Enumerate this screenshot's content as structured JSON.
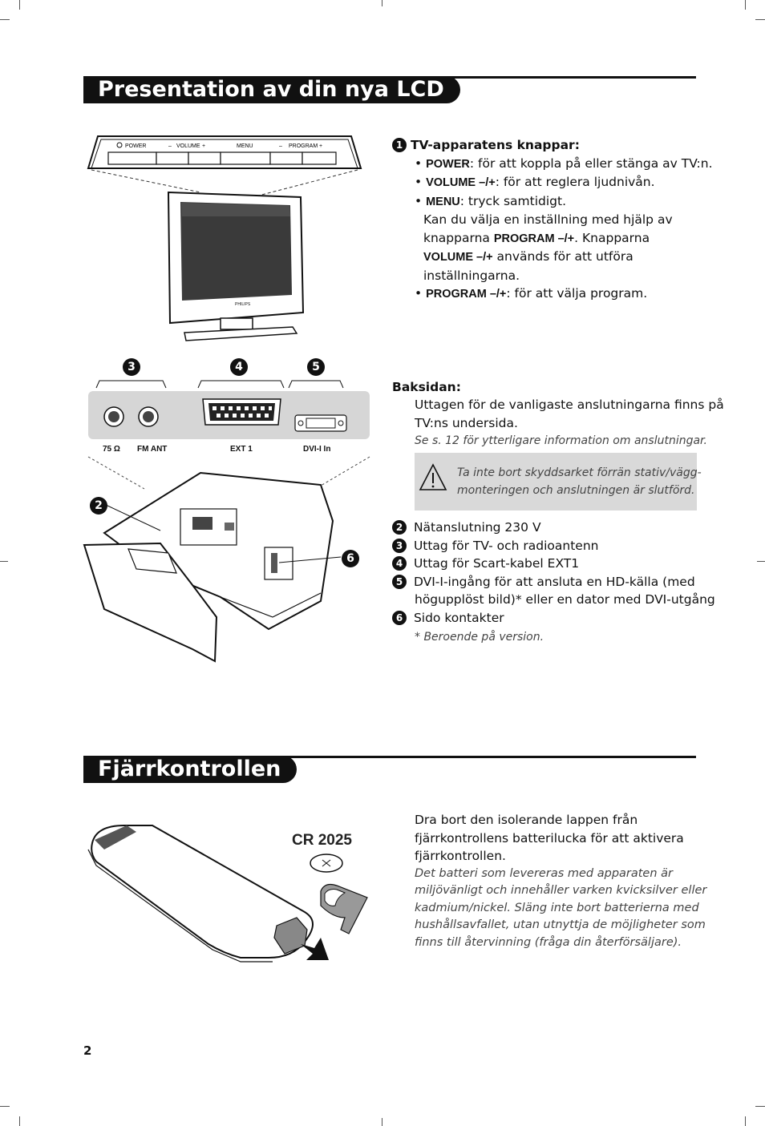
{
  "section1": {
    "title": "Presentation av din nya LCD",
    "tv_buttons": {
      "number": "1",
      "heading": "TV-apparatens knappar:",
      "power_key": "POWER",
      "power_text": ": för att koppla på eller stänga av TV:n.",
      "volume_key": "VOLUME –/+",
      "volume_text": ": för att reglera ljudnivån.",
      "menu_key": "MENU",
      "menu_text": ": tryck samtidigt.",
      "menu_line2": "Kan du välja en inställning med hjälp av",
      "menu_line3_pre": "knapparna ",
      "menu_line3_key": "PROGRAM –/+",
      "menu_line3_post": ". Knapparna",
      "menu_line4_key": "VOLUME –/+",
      "menu_line4_post": " används för att utföra",
      "menu_line5": "inställningarna.",
      "program_key": "PROGRAM –/+",
      "program_text": ": för att välja program."
    },
    "back": {
      "heading": "Baksidan:",
      "line1": "Uttagen för de vanligaste anslutningarna finns på",
      "line2": "TV:ns undersida.",
      "note": "Se s. 12 för ytterligare information om anslutningar.",
      "warning_line1": "Ta inte bort skyddsarket förrän stativ/vägg-",
      "warning_line2": "monteringen och anslutningen är slutförd."
    },
    "legend": [
      {
        "num": "2",
        "text": "Nätanslutning 230 V"
      },
      {
        "num": "3",
        "text": "Uttag för TV- och radioantenn"
      },
      {
        "num": "4",
        "text": "Uttag för Scart-kabel EXT1"
      },
      {
        "num": "5",
        "text": "DVI-I-ingång för att ansluta en HD-källa (med"
      },
      {
        "num": "",
        "text": "högupplöst bild)* eller en dator med DVI-utgång"
      },
      {
        "num": "6",
        "text": "Sido kontakter"
      }
    ],
    "footnote": "* Beroende på version.",
    "diagram": {
      "panel_buttons": {
        "power": "POWER",
        "volume": "VOLUME",
        "menu": "MENU",
        "program": "PROGRAM",
        "minus": "–",
        "plus": "+"
      },
      "brand": "PHILIPS",
      "connectors": {
        "ant": "75 Ω",
        "fm": "FM ANT",
        "ext": "EXT 1",
        "dvi": "DVI-I In"
      },
      "callouts": {
        "n2": "2",
        "n3": "3",
        "n4": "4",
        "n5": "5",
        "n6": "6"
      }
    }
  },
  "section2": {
    "title": "Fjärrkontrollen",
    "battery_label": "CR 2025",
    "line1": "Dra bort den isolerande lappen från",
    "line2": "fjärrkontrollens batterilucka för att aktivera",
    "line3": "fjärrkontrollen.",
    "note1": "Det batteri som levereras med apparaten är",
    "note2": "miljövänligt och innehåller varken kvicksilver eller",
    "note3": "kadmium/nickel. Släng inte bort batterierna med",
    "note4": "hushållsavfallet, utan utnyttja de möjligheter som",
    "note5": "finns till återvinning (fråga din återförsäljare)."
  },
  "page_number": "2"
}
